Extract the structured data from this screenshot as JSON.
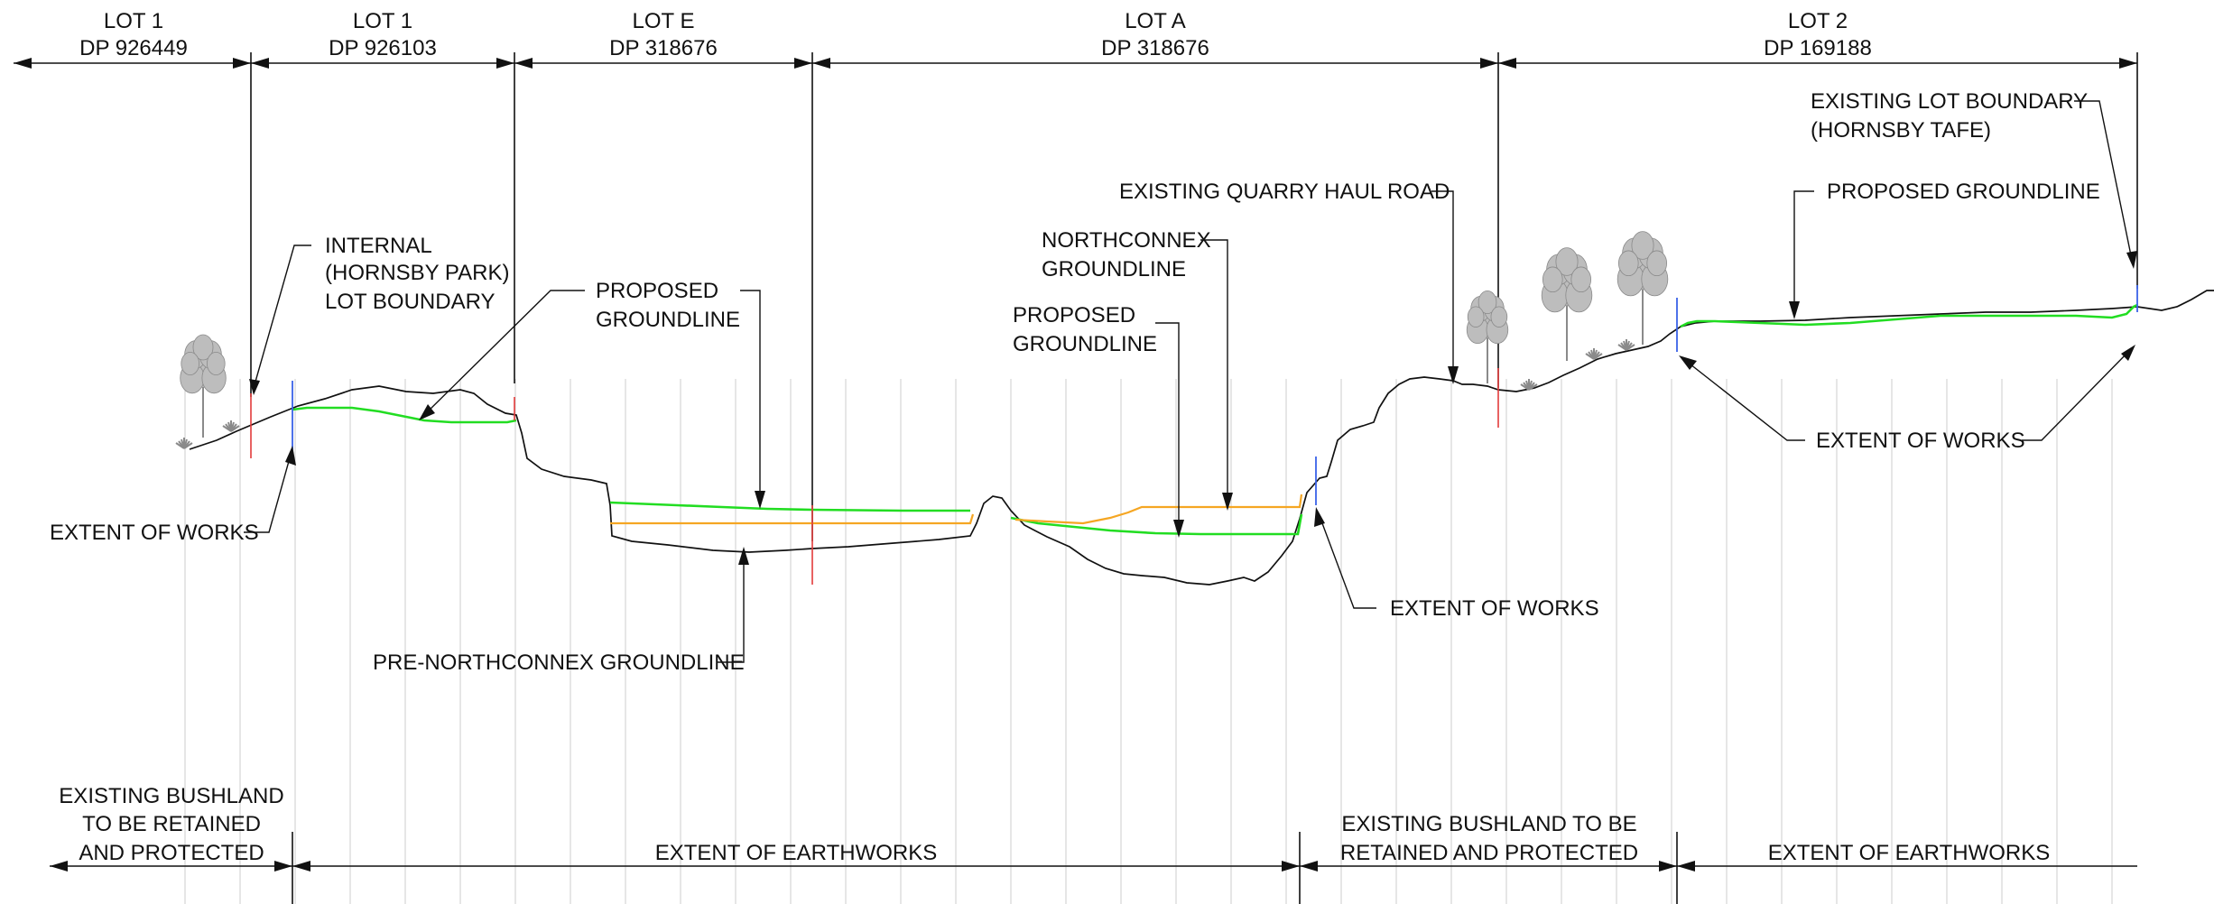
{
  "lots": [
    {
      "lot": "LOT 1",
      "dp": "DP 926449"
    },
    {
      "lot": "LOT 1",
      "dp": "DP 926103"
    },
    {
      "lot": "LOT E",
      "dp": "DP 318676"
    },
    {
      "lot": "LOT A",
      "dp": "DP 318676"
    },
    {
      "lot": "LOT 2",
      "dp": "DP 169188"
    }
  ],
  "labels": {
    "internal_boundary": [
      "INTERNAL",
      "(HORNSBY PARK)",
      "LOT BOUNDARY"
    ],
    "proposed_groundline_left": [
      "PROPOSED",
      "GROUNDLINE"
    ],
    "proposed_groundline_mid": [
      "PROPOSED",
      "GROUNDLINE"
    ],
    "northconnex_groundline": [
      "NORTHCONNEX",
      "GROUNDLINE"
    ],
    "quarry_haul_road": "EXISTING QUARRY HAUL ROAD",
    "existing_lot_boundary": [
      "EXISTING LOT BOUNDARY",
      "(HORNSBY TAFE)"
    ],
    "proposed_groundline_right": "PROPOSED GROUNDLINE",
    "extent_of_works_left": "EXTENT OF WORKS",
    "extent_of_works_mid": "EXTENT OF WORKS",
    "extent_of_works_right": "EXTENT OF WORKS",
    "pre_northconnex": "PRE-NORTHCONNEX GROUNDLINE"
  },
  "zones": {
    "bushland_left": [
      "EXISTING BUSHLAND",
      "TO BE RETAINED",
      "AND PROTECTED"
    ],
    "earthworks_left": "EXTENT OF EARTHWORKS",
    "bushland_mid": [
      "EXISTING BUSHLAND TO BE",
      "RETAINED AND PROTECTED"
    ],
    "earthworks_right": "EXTENT OF EARTHWORKS"
  },
  "colors": {
    "proposed_groundline": "#22dd22",
    "northconnex_groundline": "#f5a623",
    "lot_boundary_marker": "#e23b3b",
    "extent_of_works_marker": "#3a62e8",
    "existing_ground": "#111111",
    "tree": "#bdbdbd"
  },
  "icons": {
    "tree": "tree-icon",
    "shrub": "shrub-icon"
  }
}
